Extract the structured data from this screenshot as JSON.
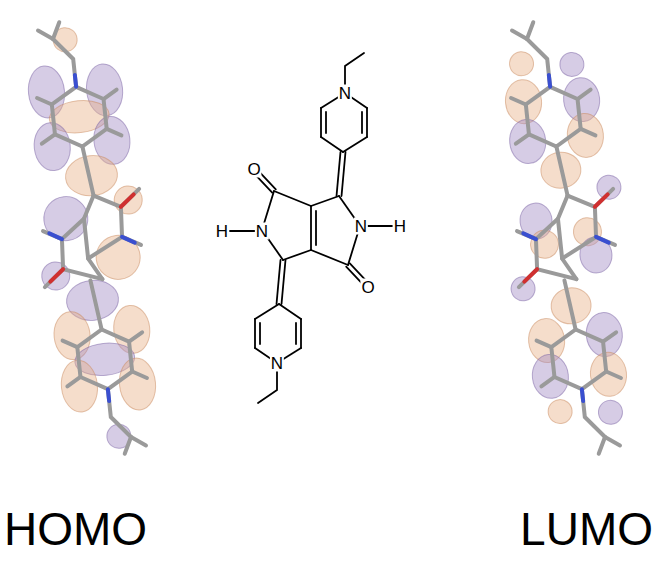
{
  "diagram": {
    "labels": [
      "N",
      "O",
      "N",
      "H",
      "H",
      "N",
      "O",
      "N",
      "HOMO",
      "LUMO"
    ]
  }
}
